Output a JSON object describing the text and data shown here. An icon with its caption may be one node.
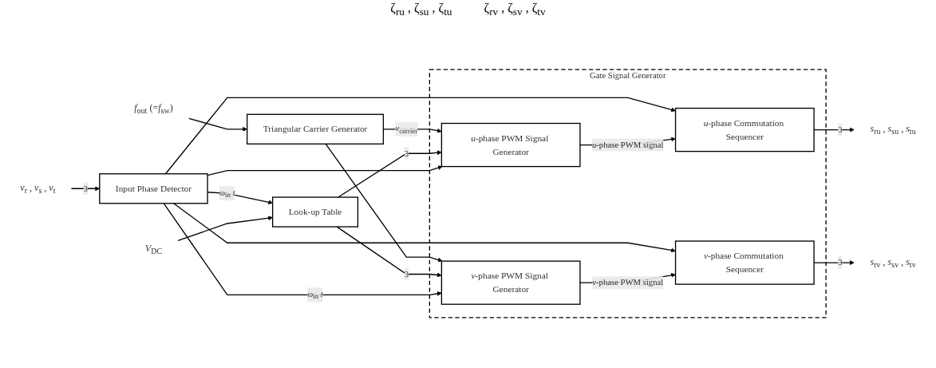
{
  "diagram": {
    "nodes": [
      {
        "text": [
          "Gate Signal Generator"
        ]
      },
      {
        "text": [
          "*f*$_{out}$ (=*f*$_{sw}$)"
        ]
      },
      {
        "text": [
          "Triangular Carrier Generator"
        ]
      },
      {
        "text": [
          "*v*$_{r}$ , *v*$_{s}$ , *v*$_{t}$"
        ]
      },
      {
        "text": [
          "Input Phase Detector"
        ]
      },
      {
        "text": [
          "*V*$_{DC}$"
        ]
      },
      {
        "text": [
          "Look-up Table"
        ]
      },
      {
        "text": [
          "*u*-phase PWM Signal Generator"
        ],
        "in": 0
      },
      {
        "text": [
          "*v*-phase PWM Signal Generator"
        ],
        "in": 0
      },
      {
        "text": [
          "*u*-phase Commutation Sequencer"
        ],
        "in": 0
      },
      {
        "text": [
          "*v*-phase Commutation Sequencer"
        ],
        "in": 0
      },
      {
        "text": [
          "*s*$_{ru}$ , *s*$_{su}$ , *s*$_{tu}$"
        ]
      },
      {
        "text": [
          "*s*$_{rv}$ , *s*$_{sv}$ , *s*$_{tv}$"
        ]
      }
    ],
    "edges": [
      {
        "from": 1,
        "to": 2,
        "arrow": "to"
      },
      {
        "from": 3,
        "to": 4,
        "arrow": "to",
        "label": "3"
      },
      {
        "from": 4,
        "to": 6,
        "arrow": "to",
        "label": "ω$_{in}$ *t*"
      },
      {
        "from": 5,
        "to": 6,
        "arrow": "to"
      },
      {
        "from": 2,
        "to": 7,
        "arrow": "to",
        "label": "*v*$_{carrier}$"
      },
      {
        "from": 2,
        "to": 8,
        "arrow": "to"
      },
      {
        "from": 6,
        "to": 7,
        "arrow": "to",
        "label": "3"
      },
      {
        "from": 6,
        "to": 8,
        "arrow": "to",
        "label": "3"
      },
      {
        "from": 4,
        "to": 7,
        "arrow": "to"
      },
      {
        "from": 4,
        "to": 8,
        "arrow": "to",
        "label": "ω$_{in}$ *t*"
      },
      {
        "from": 4,
        "to": 9,
        "arrow": "to"
      },
      {
        "from": 4,
        "to": 10,
        "arrow": "to"
      },
      {
        "from": 7,
        "to": 9,
        "arrow": "to",
        "label": "*u*-phase PWM signal"
      },
      {
        "from": 8,
        "to": 10,
        "arrow": "to",
        "label": "*v*-phase PWM signal"
      },
      {
        "from": 9,
        "to": 11,
        "arrow": "to",
        "label": "3"
      },
      {
        "from": 10,
        "to": 12,
        "arrow": "to",
        "label": "3"
      }
    ],
    "labels": [
      "ζ$_{ru}$ , ζ$_{su}$ , ζ$_{tu}$",
      "ζ$_{rv}$ , ζ$_{sv}$ , ζ$_{tv}$"
    ]
  }
}
